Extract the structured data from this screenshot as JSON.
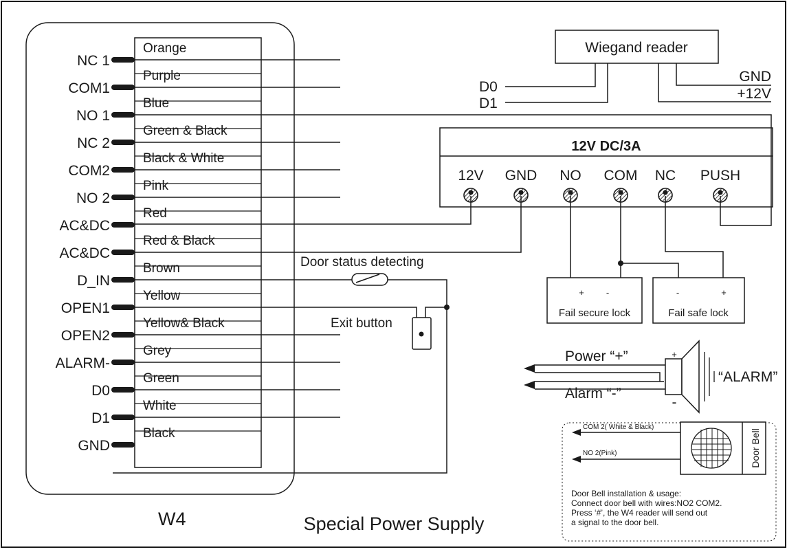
{
  "reader": {
    "name": "W4",
    "terminals": [
      {
        "pin": "NC 1",
        "wire": "Orange"
      },
      {
        "pin": "COM1",
        "wire": "Purple"
      },
      {
        "pin": "NO 1",
        "wire": "Blue"
      },
      {
        "pin": "NC 2",
        "wire": "Green & Black"
      },
      {
        "pin": "COM2",
        "wire": "Black & White"
      },
      {
        "pin": "NO 2",
        "wire": "Pink"
      },
      {
        "pin": "AC&DC",
        "wire": "Red"
      },
      {
        "pin": "AC&DC",
        "wire": "Red & Black"
      },
      {
        "pin": "D_IN",
        "wire": "Brown"
      },
      {
        "pin": "OPEN1",
        "wire": "Yellow"
      },
      {
        "pin": "OPEN2",
        "wire": "Yellow& Black"
      },
      {
        "pin": "ALARM-",
        "wire": "Grey"
      },
      {
        "pin": "D0",
        "wire": "Green"
      },
      {
        "pin": "D1",
        "wire": "White"
      },
      {
        "pin": "GND",
        "wire": "Black"
      }
    ]
  },
  "wiegand": {
    "title": "Wiegand reader",
    "d0": "D0",
    "d1": "D1",
    "gnd": "GND",
    "v12": "+12V"
  },
  "power_supply": {
    "title": "12V DC/3A",
    "terminals": [
      "12V",
      "GND",
      "NO",
      "COM",
      "NC",
      "PUSH"
    ],
    "caption": "Special Power Supply"
  },
  "locks": {
    "fail_secure": {
      "label": "Fail secure lock",
      "plus": "+",
      "minus": "-"
    },
    "fail_safe": {
      "label": "Fail safe lock",
      "minus": "-",
      "plus": "+"
    }
  },
  "door_status": "Door status detecting",
  "exit_button": "Exit button",
  "alarm": {
    "power": "Power  “+”",
    "alarm": "Alarm  “-”",
    "plus": "+",
    "minus": "-",
    "label": "“ALARM”"
  },
  "doorbell": {
    "com2": "COM 2( White & Black)",
    "no2": "NO 2(Pink)",
    "title": "Door Bell",
    "note_lines": [
      "Door Bell installation & usage:",
      "Connect door bell with wires:NO2 COM2.",
      "Press ‘#’,  the W4 reader will send out",
      "a signal to the door bell."
    ]
  }
}
